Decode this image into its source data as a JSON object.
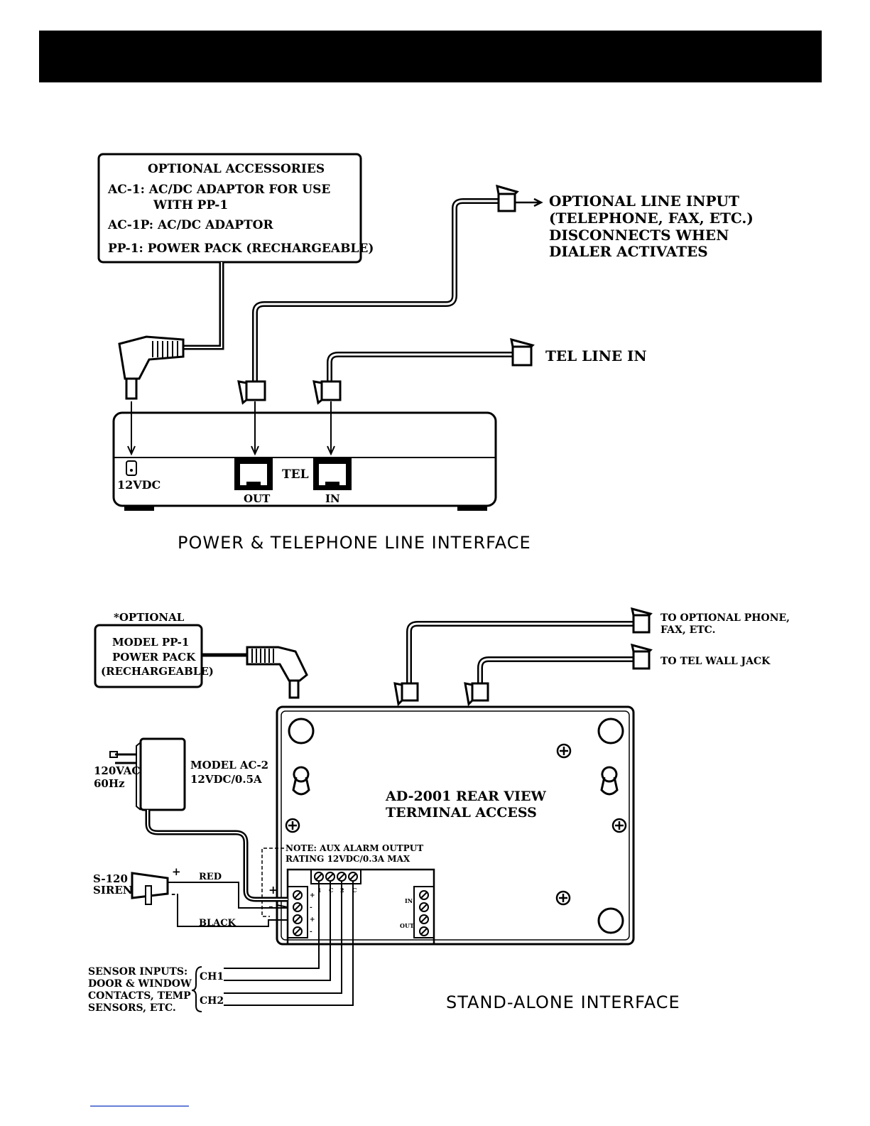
{
  "header_bar": {
    "color": "#000000"
  },
  "top_section": {
    "accessories_box": {
      "title": "OPTIONAL ACCESSORIES",
      "line1": "AC-1: AC/DC ADAPTOR FOR USE",
      "line2": "WITH PP-1",
      "line3": "AC-1P: AC/DC ADAPTOR",
      "line4": "PP-1: POWER PACK (RECHARGEABLE)"
    },
    "optional_line": {
      "line1": "OPTIONAL LINE INPUT",
      "line2": "(TELEPHONE, FAX, ETC.)",
      "line3": "DISCONNECTS WHEN",
      "line4": "DIALER ACTIVATES"
    },
    "tel_line_in": "TEL LINE IN",
    "device_labels": {
      "dc": "12VDC",
      "tel": "TEL",
      "out": "OUT",
      "in": "IN"
    },
    "caption": "POWER & TELEPHONE LINE INTERFACE"
  },
  "bottom_section": {
    "optional_note": "*OPTIONAL",
    "pp1_box": {
      "line1": "MODEL PP-1",
      "line2": "POWER PACK",
      "line3": "(RECHARGEABLE)"
    },
    "phone_label": {
      "line1": "TO OPTIONAL PHONE,",
      "line2": "FAX, ETC."
    },
    "wall_jack": "TO TEL WALL JACK",
    "ac_supply": {
      "line1": "120VAC",
      "line2": "60Hz"
    },
    "ac2_model": {
      "line1": "MODEL AC-2",
      "line2": "12VDC/0.5A"
    },
    "rear_view": {
      "line1": "AD-2001 REAR VIEW",
      "line2": "TERMINAL ACCESS"
    },
    "note": {
      "line1": "NOTE: AUX ALARM OUTPUT",
      "line2": "RATING 12VDC/0.3A MAX"
    },
    "siren": {
      "line1": "S-120",
      "line2": "SIREN",
      "plus": "+",
      "minus": "-"
    },
    "wires": {
      "red": "RED",
      "black": "BLACK"
    },
    "sensor_inputs": {
      "line1": "SENSOR INPUTS:",
      "line2": "DOOR & WINDOW",
      "line3": "CONTACTS, TEMP",
      "line4": "SENSORS, ETC.",
      "ch1": "CH1",
      "ch2": "CH2"
    },
    "terminal_labels": {
      "in": "IN",
      "out": "OUT",
      "t1": "1",
      "tc1": "C",
      "t2": "2",
      "tc2": "C",
      "plus": "+",
      "minus": "-"
    },
    "caption": "STAND-ALONE INTERFACE"
  }
}
